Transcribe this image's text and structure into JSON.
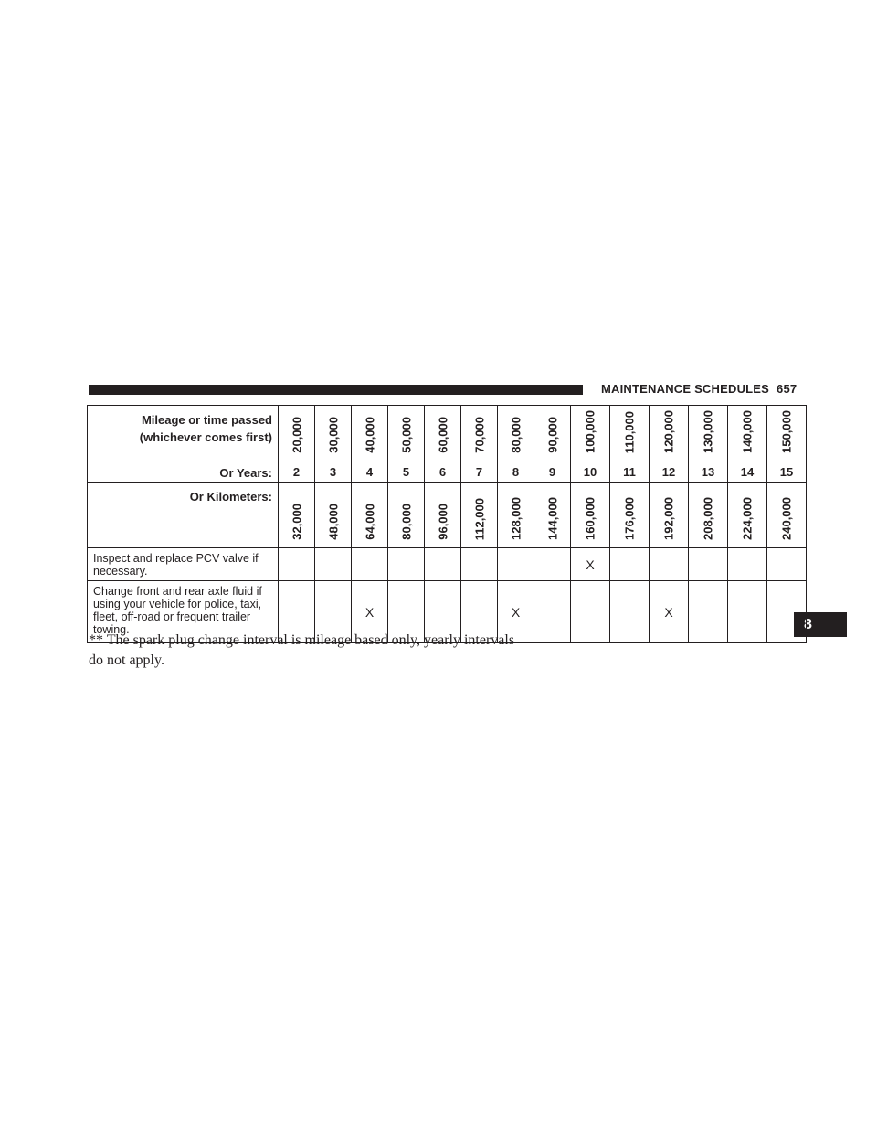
{
  "header": {
    "title": "MAINTENANCE SCHEDULES",
    "page_number": "657"
  },
  "chapter_tab": "8",
  "table": {
    "miles_label_line1": "Mileage or time passed",
    "miles_label_line2": "(whichever comes first)",
    "years_label": "Or Years:",
    "km_label": "Or Kilometers:",
    "miles": [
      "20,000",
      "30,000",
      "40,000",
      "50,000",
      "60,000",
      "70,000",
      "80,000",
      "90,000",
      "100,000",
      "110,000",
      "120,000",
      "130,000",
      "140,000",
      "150,000"
    ],
    "years": [
      "2",
      "3",
      "4",
      "5",
      "6",
      "7",
      "8",
      "9",
      "10",
      "11",
      "12",
      "13",
      "14",
      "15"
    ],
    "kilometers": [
      "32,000",
      "48,000",
      "64,000",
      "80,000",
      "96,000",
      "112,000",
      "128,000",
      "144,000",
      "160,000",
      "176,000",
      "192,000",
      "208,000",
      "224,000",
      "240,000"
    ],
    "items": [
      {
        "label": "Inspect and replace PCV valve if necessary.",
        "marks": [
          "",
          "",
          "",
          "",
          "",
          "",
          "",
          "",
          "X",
          "",
          "",
          "",
          "",
          ""
        ]
      },
      {
        "label": "Change front and rear axle fluid if using your vehicle for police, taxi, fleet, off-road or frequent trailer towing.",
        "marks": [
          "",
          "",
          "X",
          "",
          "",
          "",
          "X",
          "",
          "",
          "",
          "X",
          "",
          "",
          ""
        ]
      }
    ]
  },
  "footnote": "** The spark plug change interval is mileage based only, yearly intervals do not apply."
}
